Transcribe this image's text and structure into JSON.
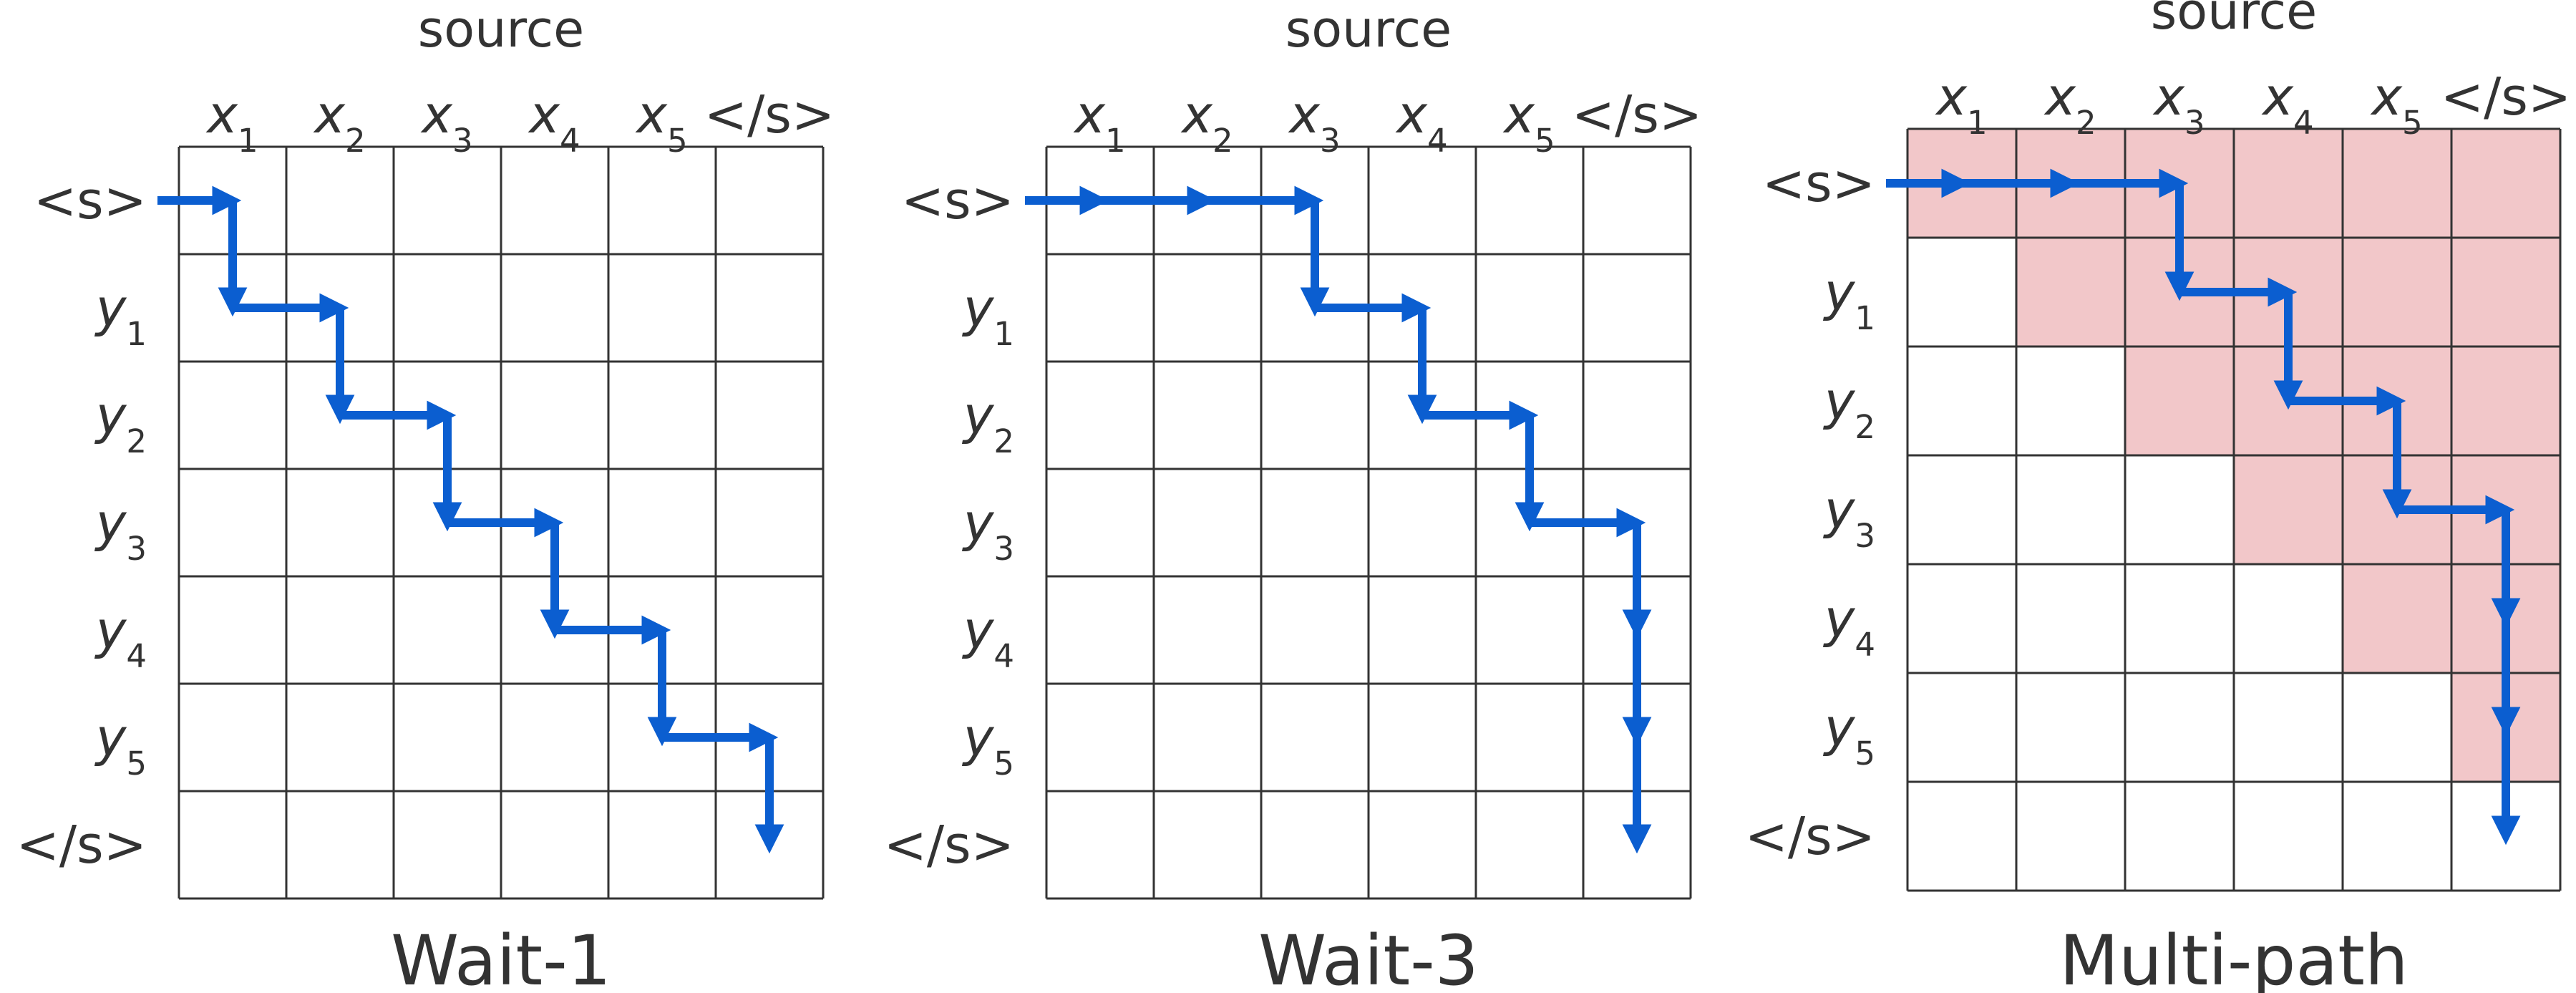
{
  "panels": [
    {
      "title": "Wait-1",
      "header": "source",
      "show_header": true,
      "col_labels": [
        {
          "base": "x",
          "sub": "1"
        },
        {
          "base": "x",
          "sub": "2"
        },
        {
          "base": "x",
          "sub": "3"
        },
        {
          "base": "x",
          "sub": "4"
        },
        {
          "base": "x",
          "sub": "5"
        },
        {
          "base": "</s>",
          "sub": ""
        }
      ],
      "row_labels": [
        {
          "base": "<s>",
          "sub": ""
        },
        {
          "base": "y",
          "sub": "1"
        },
        {
          "base": "y",
          "sub": "2"
        },
        {
          "base": "y",
          "sub": "3"
        },
        {
          "base": "y",
          "sub": "4"
        },
        {
          "base": "y",
          "sub": "5"
        },
        {
          "base": "</s>",
          "sub": ""
        }
      ],
      "shaded_cells": [],
      "path": [
        "R",
        "D",
        "R",
        "D",
        "R",
        "D",
        "R",
        "D",
        "R",
        "D",
        "R",
        "D"
      ]
    },
    {
      "title": "Wait-3",
      "header": "source",
      "show_header": true,
      "col_labels": [
        {
          "base": "x",
          "sub": "1"
        },
        {
          "base": "x",
          "sub": "2"
        },
        {
          "base": "x",
          "sub": "3"
        },
        {
          "base": "x",
          "sub": "4"
        },
        {
          "base": "x",
          "sub": "5"
        },
        {
          "base": "</s>",
          "sub": ""
        }
      ],
      "row_labels": [
        {
          "base": "<s>",
          "sub": ""
        },
        {
          "base": "y",
          "sub": "1"
        },
        {
          "base": "y",
          "sub": "2"
        },
        {
          "base": "y",
          "sub": "3"
        },
        {
          "base": "y",
          "sub": "4"
        },
        {
          "base": "y",
          "sub": "5"
        },
        {
          "base": "</s>",
          "sub": ""
        }
      ],
      "shaded_cells": [],
      "path": [
        "R",
        "R",
        "R",
        "D",
        "R",
        "D",
        "R",
        "D",
        "R",
        "D",
        "D",
        "D"
      ]
    },
    {
      "title": "Multi-path",
      "header": "source",
      "show_header": true,
      "col_labels": [
        {
          "base": "x",
          "sub": "1"
        },
        {
          "base": "x",
          "sub": "2"
        },
        {
          "base": "x",
          "sub": "3"
        },
        {
          "base": "x",
          "sub": "4"
        },
        {
          "base": "x",
          "sub": "5"
        },
        {
          "base": "</s>",
          "sub": ""
        }
      ],
      "row_labels": [
        {
          "base": "<s>",
          "sub": ""
        },
        {
          "base": "y",
          "sub": "1"
        },
        {
          "base": "y",
          "sub": "2"
        },
        {
          "base": "y",
          "sub": "3"
        },
        {
          "base": "y",
          "sub": "4"
        },
        {
          "base": "y",
          "sub": "5"
        },
        {
          "base": "</s>",
          "sub": ""
        }
      ],
      "shaded_cells": [
        [
          0,
          0
        ],
        [
          0,
          1
        ],
        [
          0,
          2
        ],
        [
          0,
          3
        ],
        [
          0,
          4
        ],
        [
          0,
          5
        ],
        [
          1,
          1
        ],
        [
          1,
          2
        ],
        [
          1,
          3
        ],
        [
          1,
          4
        ],
        [
          1,
          5
        ],
        [
          2,
          2
        ],
        [
          2,
          3
        ],
        [
          2,
          4
        ],
        [
          2,
          5
        ],
        [
          3,
          3
        ],
        [
          3,
          4
        ],
        [
          3,
          5
        ],
        [
          4,
          4
        ],
        [
          4,
          5
        ],
        [
          5,
          5
        ]
      ],
      "path": [
        "R",
        "R",
        "R",
        "D",
        "R",
        "D",
        "R",
        "D",
        "R",
        "D",
        "D",
        "D"
      ]
    }
  ],
  "colors": {
    "arrow": "#0b5ed0",
    "shade": "#f2c7c9",
    "grid": "#333333",
    "text": "#333333"
  }
}
